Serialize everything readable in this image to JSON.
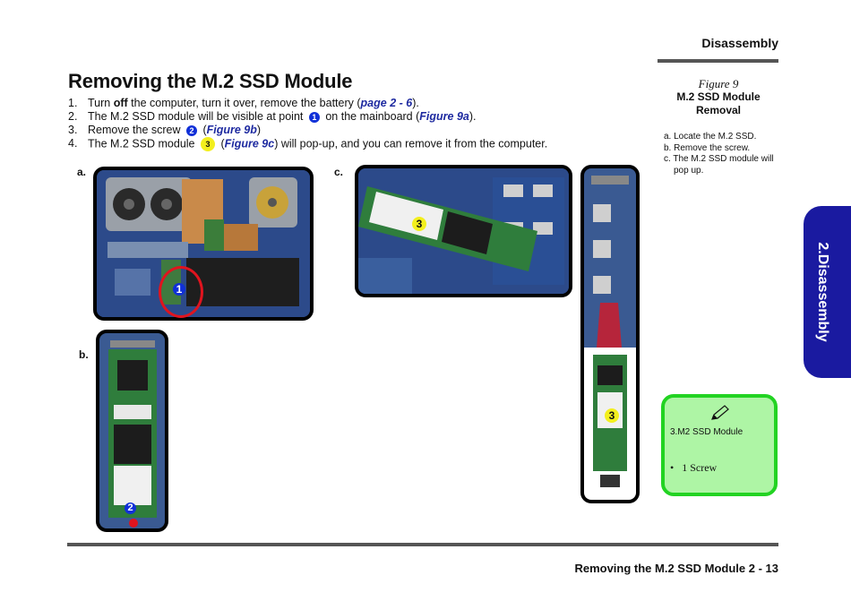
{
  "header": {
    "section": "Disassembly"
  },
  "page_title": "Removing the M.2 SSD Module",
  "steps": [
    {
      "num": "1.",
      "pre": "Turn ",
      "bold": "off",
      "mid": " the computer, turn it over, remove the battery (",
      "ref": "page 2 - 6",
      "post": ")."
    },
    {
      "num": "2.",
      "pre": "The M.2 SSD module will be visible at point ",
      "bubble": "1",
      "mid": " on the mainboard (",
      "ref": "Figure 9a",
      "post": ")."
    },
    {
      "num": "3.",
      "pre": "Remove the screw ",
      "bubble": "2",
      "mid": " (",
      "ref": "Figure 9b",
      "post": ")"
    },
    {
      "num": "4.",
      "pre": "The M.2 SSD module ",
      "bubble": "3",
      "mid": " (",
      "ref": "Figure 9c",
      "post": ") will pop-up, and you can remove it from the computer."
    }
  ],
  "figure_letters": {
    "a": "a.",
    "b": "b.",
    "c": "c."
  },
  "markers": {
    "m1": "1",
    "m2": "2",
    "m3": "3"
  },
  "caption": {
    "figure": "Figure 9",
    "title_line1": "M.2 SSD Module",
    "title_line2": "Removal",
    "items": [
      "a. Locate the M.2 SSD.",
      "b. Remove the screw.",
      "c. The  M.2  SSD  module will pop up."
    ]
  },
  "side_tab": {
    "label": "2.Disassembly"
  },
  "note": {
    "title": "3.M2 SSD Module",
    "bullet": "•",
    "item": "1 Screw"
  },
  "footer": {
    "text": "Removing the M.2 SSD Module  2  -  13"
  },
  "colors": {
    "accent_blue": "#1a1aa0",
    "link": "#1e2aa0",
    "note_border": "#22d322",
    "note_fill": "#aef5a5",
    "marker_yellow": "#f3ef1e",
    "marker_blue": "#1030d8",
    "highlight_red": "#e0141e"
  }
}
